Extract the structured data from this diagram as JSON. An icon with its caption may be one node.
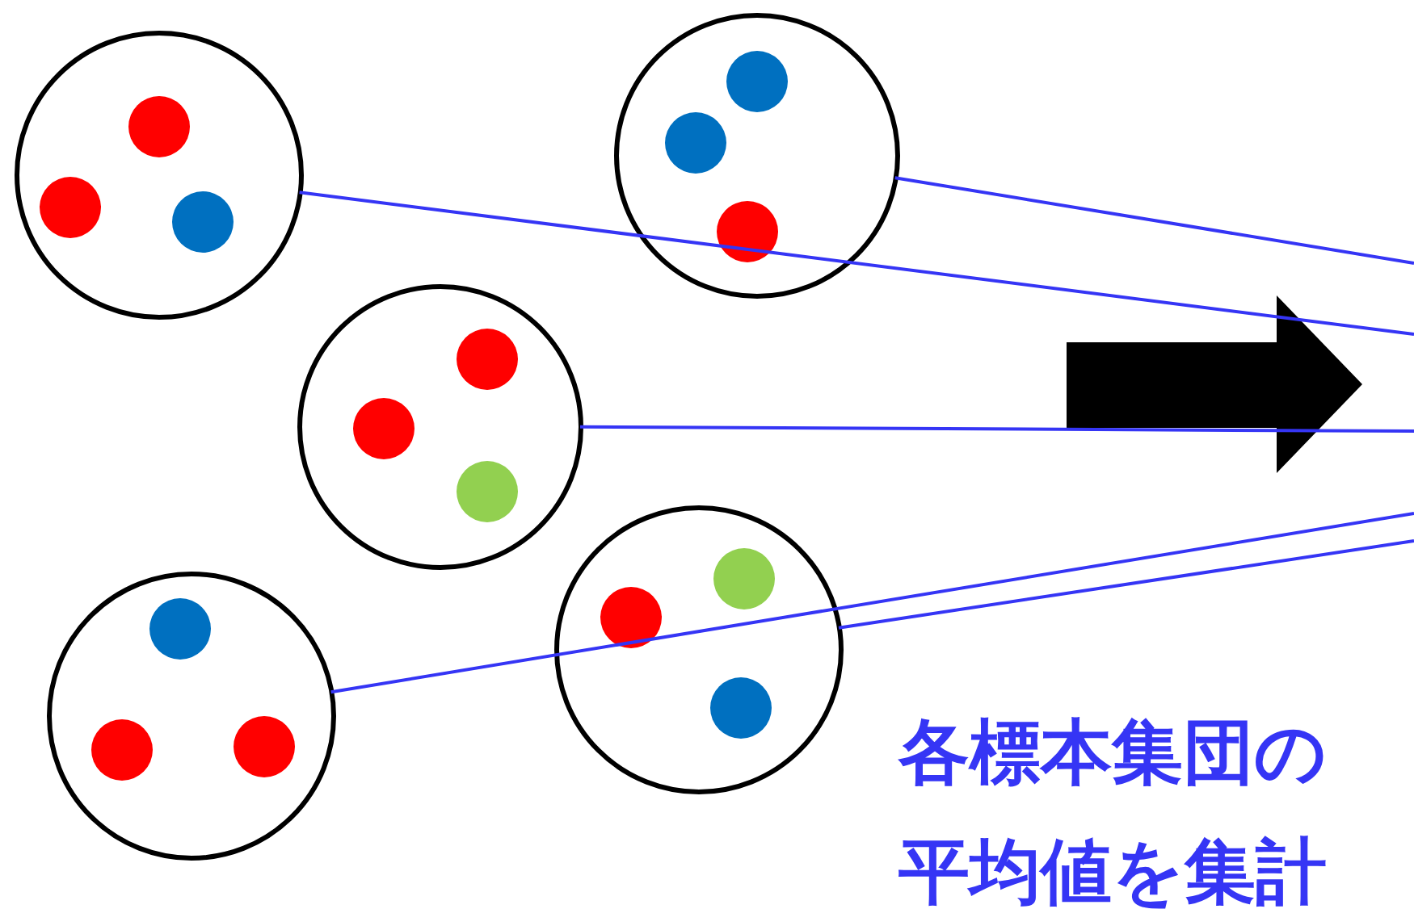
{
  "diagram": {
    "nodes": [
      {
        "text": [],
        "shape": "circle"
      },
      {
        "text": [],
        "shape": "circle"
      },
      {
        "text": [],
        "shape": "circle"
      },
      {
        "text": [],
        "shape": "circle"
      },
      {
        "text": [],
        "shape": "circle"
      }
    ],
    "edges": [
      {
        "from": 0,
        "to": null,
        "arrow": "none"
      },
      {
        "from": 1,
        "to": null,
        "arrow": "none"
      },
      {
        "from": 2,
        "to": null,
        "arrow": "none"
      },
      {
        "from": 3,
        "to": null,
        "arrow": "none"
      },
      {
        "from": 4,
        "to": null,
        "arrow": "none"
      }
    ],
    "labels": [
      "各標本集団の平均値を集計"
    ]
  }
}
